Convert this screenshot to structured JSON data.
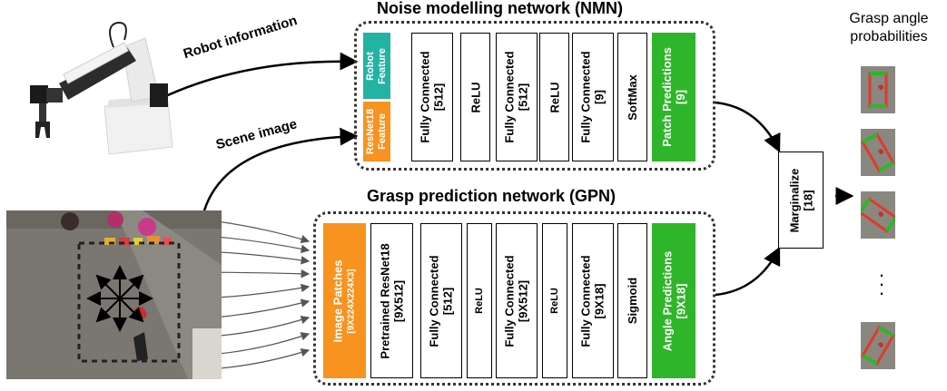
{
  "nmn": {
    "title": "Noise modelling network (NMN)",
    "robot_feature": "Robot Feature",
    "resnet_feature": "ResNet18 Feature",
    "fc1": {
      "label": "Fully Connected",
      "size": "[512]"
    },
    "relu1": "ReLU",
    "fc2": {
      "label": "Fully Connected",
      "size": "[512]"
    },
    "relu2": "ReLU",
    "fc3": {
      "label": "Fully Connected",
      "size": "[9]"
    },
    "softmax": "SoftMax",
    "output": {
      "label": "Patch Predictions",
      "size": "[9]"
    }
  },
  "gpn": {
    "title": "Grasp prediction network (GPN)",
    "input": {
      "label": "Image Patches",
      "size": "[9X224X224X3]"
    },
    "resnet": {
      "label": "Pretrained ResNet18",
      "size": "[9X512]"
    },
    "fc1": {
      "label": "Fully Connected",
      "size": "[512]"
    },
    "relu1": "ReLU",
    "fc2": {
      "label": "Fully Connected",
      "size": "[9X512]"
    },
    "relu2": "ReLU",
    "fc3": {
      "label": "Fully Connected",
      "size": "[9X18]"
    },
    "sigmoid": "Sigmoid",
    "output": {
      "label": "Angle Predictions",
      "size": "[9X18]"
    }
  },
  "marginalize": {
    "label": "Marginalize",
    "size": "[18]"
  },
  "labels": {
    "robot_information": "Robot information",
    "scene_image": "Scene image",
    "grasp_angle_line1": "Grasp angle",
    "grasp_angle_line2": "probabilities",
    "ellipsis": "·\n·\n·"
  },
  "colors": {
    "output_green": "#2fb52a",
    "input_orange": "#f7931e",
    "robot_teal": "#22b3a3",
    "grasp_good": "#2fb52a",
    "grasp_bad": "#e03a2a"
  }
}
